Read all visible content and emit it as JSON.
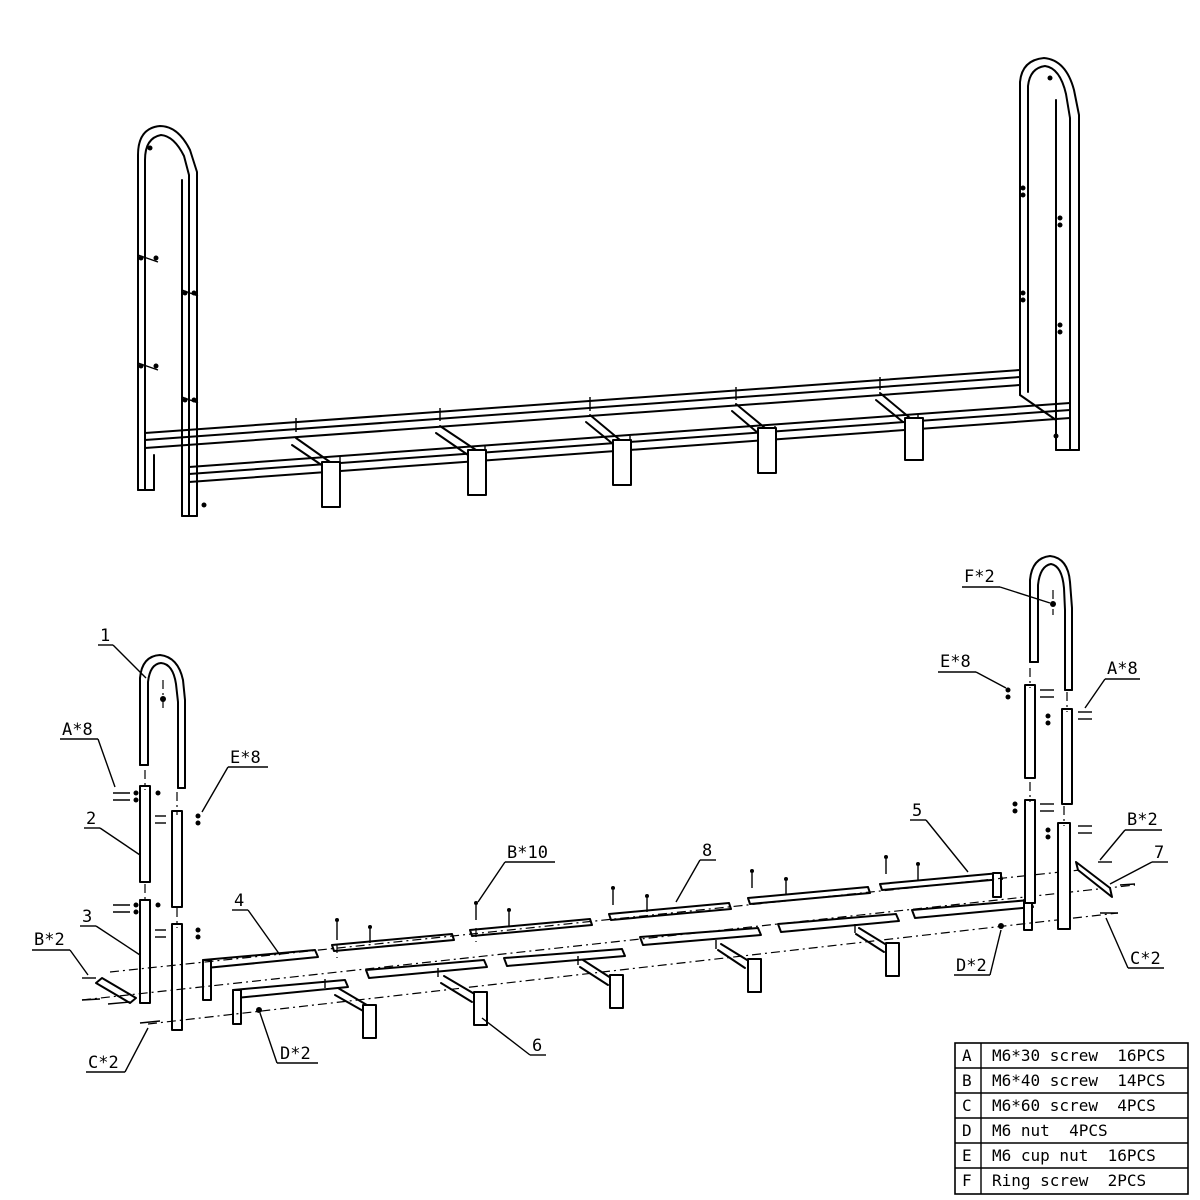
{
  "callouts": {
    "p1": "1",
    "p2": "2",
    "p3": "3",
    "p4": "4",
    "p5": "5",
    "p6": "6",
    "p7": "7",
    "p8": "8",
    "a8_left": "A*8",
    "e8_left": "E*8",
    "b2_left": "B*2",
    "c2_left": "C*2",
    "d2_left": "D*2",
    "b10": "B*10",
    "f2": "F*2",
    "e8_right": "E*8",
    "a8_right": "A*8",
    "b2_right": "B*2",
    "c2_right": "C*2",
    "d2_right": "D*2"
  },
  "parts_table": [
    {
      "code": "A",
      "desc": "M6*30 screw  16PCS"
    },
    {
      "code": "B",
      "desc": "M6*40 screw  14PCS"
    },
    {
      "code": "C",
      "desc": "M6*60 screw  4PCS"
    },
    {
      "code": "D",
      "desc": "M6 nut  4PCS"
    },
    {
      "code": "E",
      "desc": "M6 cup nut  16PCS"
    },
    {
      "code": "F",
      "desc": "Ring screw  2PCS"
    }
  ]
}
